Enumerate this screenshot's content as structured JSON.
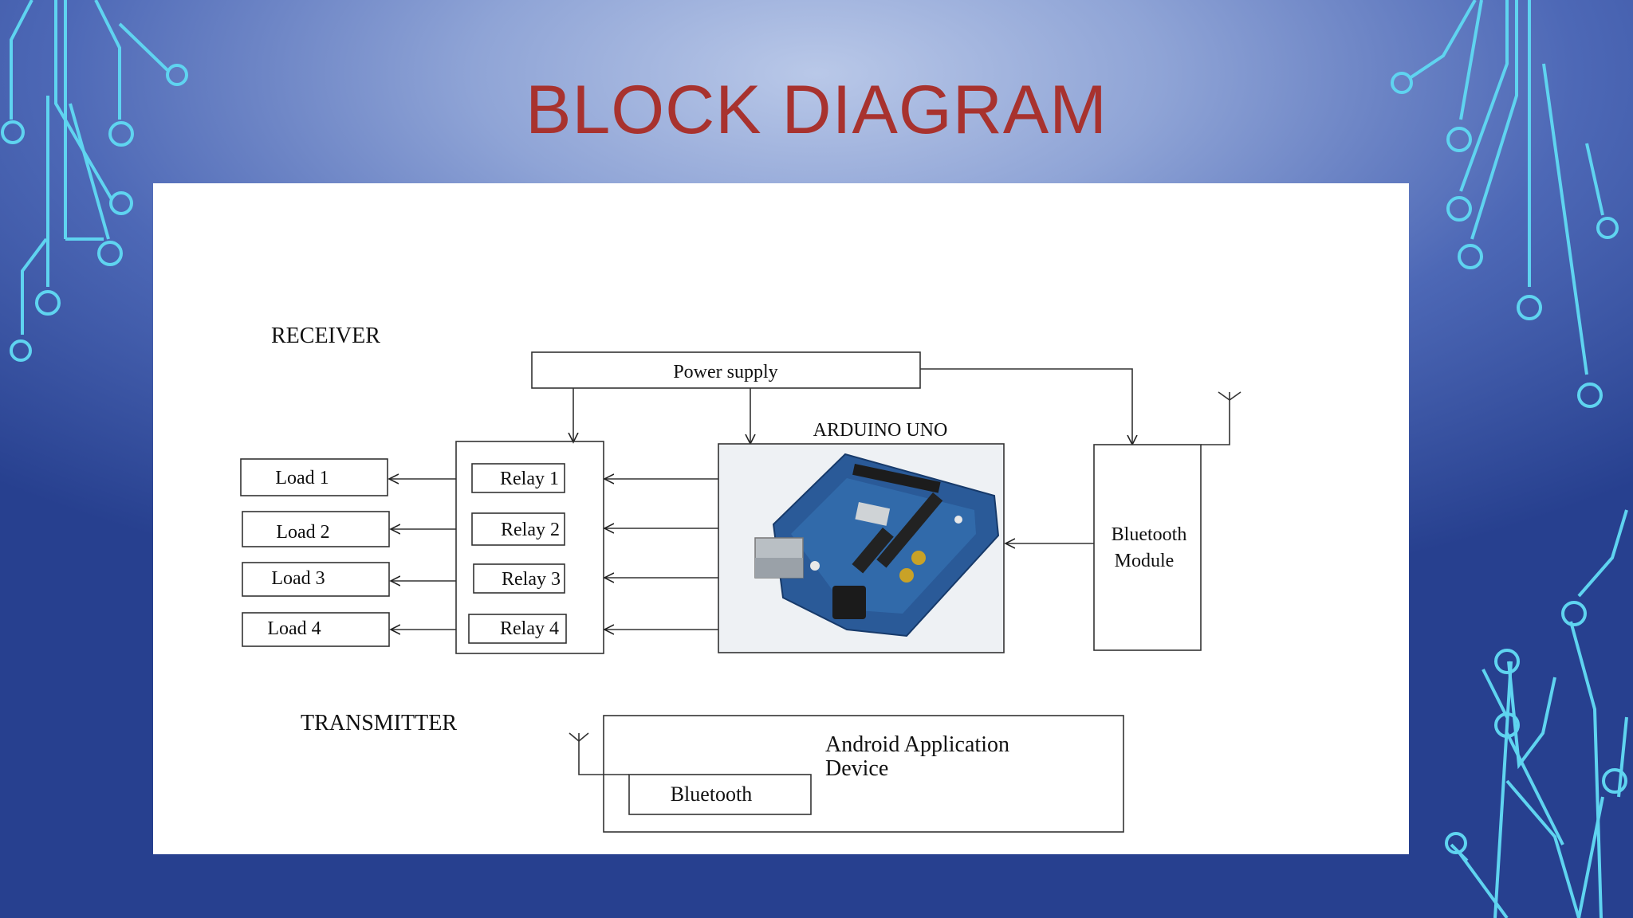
{
  "slide": {
    "title": "BLOCK DIAGRAM"
  },
  "diagram": {
    "receiver_label": "RECEIVER",
    "transmitter_label": "TRANSMITTER",
    "power_supply": "Power supply",
    "arduino": "ARDUINO UNO",
    "bluetooth_module": [
      "Bluetooth",
      "Module"
    ],
    "loads": [
      "Load 1",
      "Load 2",
      "Load 3",
      "Load 4"
    ],
    "relays": [
      "Relay 1",
      "Relay 2",
      "Relay 3",
      "Relay 4"
    ],
    "android_device": [
      "Android Application",
      "Device"
    ],
    "bluetooth_tx": "Bluetooth"
  },
  "colors": {
    "title": "#a8322e",
    "circuit": "#5fd4f0",
    "background_dark": "#27408f",
    "background_light": "#b9c8e8"
  }
}
